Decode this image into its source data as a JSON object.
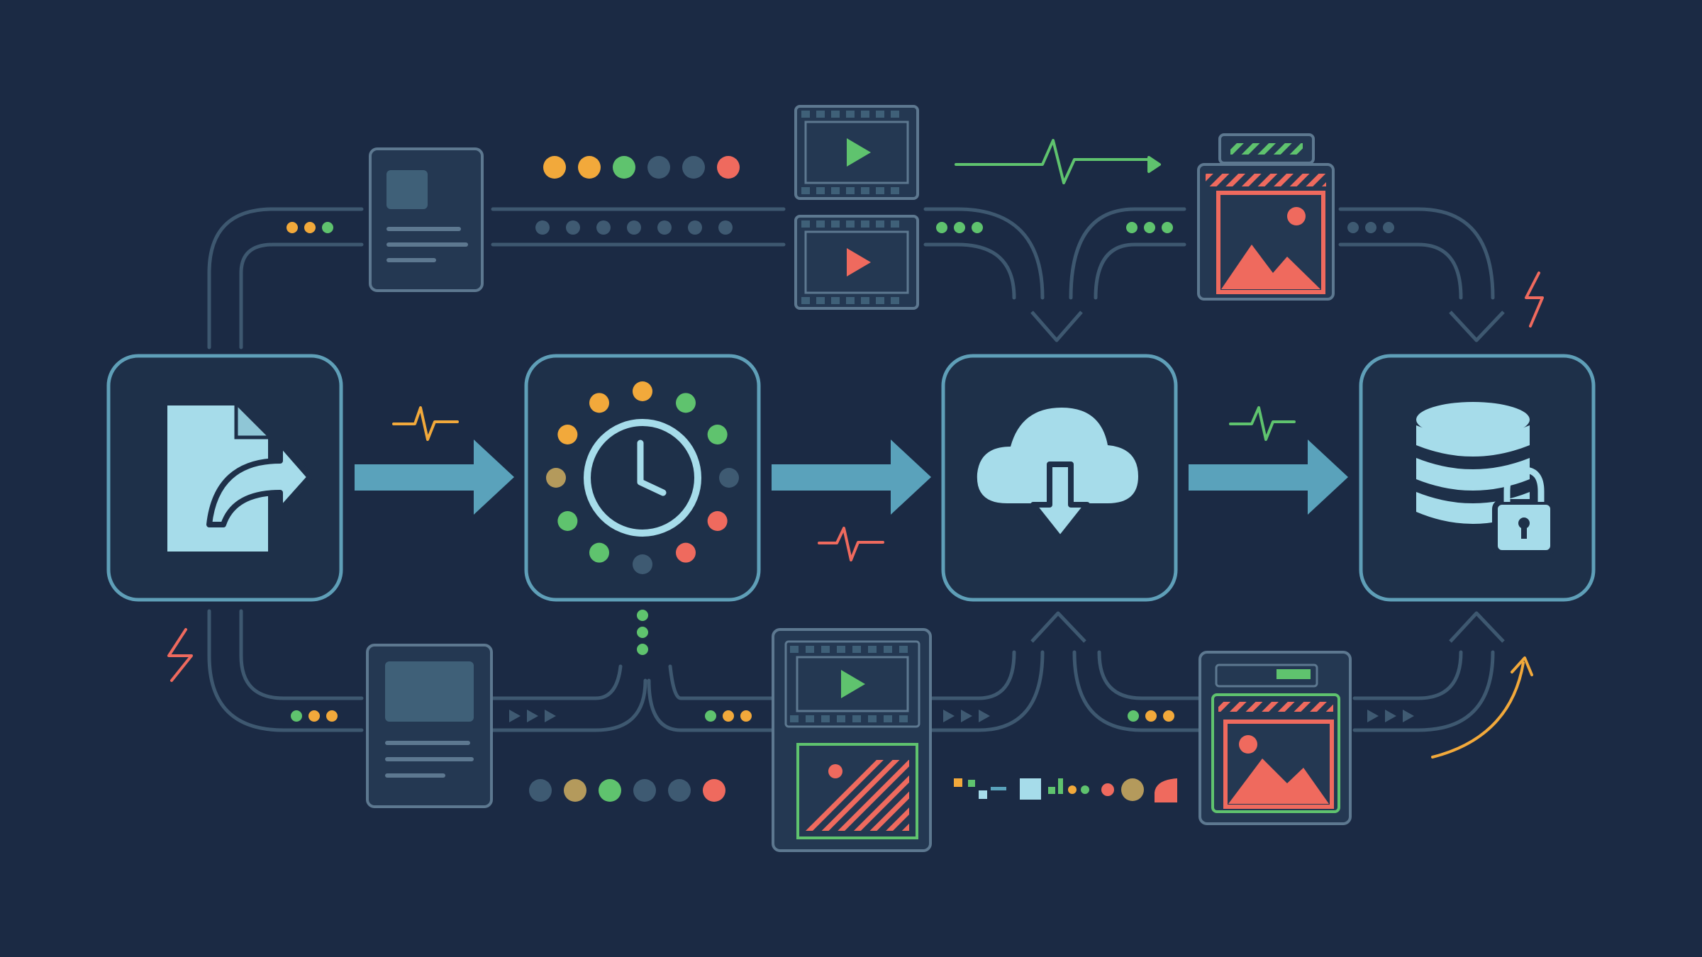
{
  "palette": {
    "background": "#1b2a44",
    "node_border": "#5f9fb8",
    "node_fill": "#1e3049",
    "icon_fill": "#a6dcea",
    "main_arrow": "#5aa2bb",
    "pipe_stroke": "#3e5870",
    "pipe_dots": "#3f5a72",
    "card_stroke": "#5d7890",
    "card_fill": "#243852",
    "card_thumb": "#3f6078",
    "green": "#5fc36e",
    "orange": "#f2a93b",
    "red": "#ef6a5e",
    "olive": "#b49a5c",
    "slate": "#3e5a72"
  },
  "stages": [
    {
      "id": "export",
      "icon": "file-export-icon"
    },
    {
      "id": "schedule",
      "icon": "clock-icon"
    },
    {
      "id": "download",
      "icon": "cloud-download-icon"
    },
    {
      "id": "storage",
      "icon": "locked-database-icon"
    }
  ],
  "top_status_dots": [
    "orange",
    "orange",
    "green",
    "slate",
    "slate",
    "red"
  ],
  "bottom_status_dots": [
    "slate",
    "olive",
    "green",
    "slate",
    "slate",
    "red"
  ],
  "clock_ring_dots": [
    "orange",
    "green",
    "green",
    "slate",
    "red",
    "red",
    "slate",
    "green",
    "green",
    "olive",
    "orange",
    "orange"
  ],
  "connector_dots": {
    "top_left": [
      "orange",
      "orange",
      "green"
    ],
    "top_mid": [
      "green",
      "green",
      "green"
    ],
    "top_right": [
      "green",
      "green",
      "green"
    ],
    "top_far": [
      "slate",
      "slate",
      "slate"
    ],
    "bottom_left": [
      "green",
      "orange",
      "orange"
    ],
    "bottom_mid": [
      "green",
      "orange",
      "orange"
    ],
    "bottom_right": [
      "green",
      "orange",
      "orange"
    ]
  },
  "media": {
    "video_icon": "video-play-icon",
    "image_icon": "image-landscape-icon",
    "document_icon": "document-card-icon",
    "alert_icon": "lightning-icon",
    "heartbeat_icon": "heartbeat-icon"
  }
}
